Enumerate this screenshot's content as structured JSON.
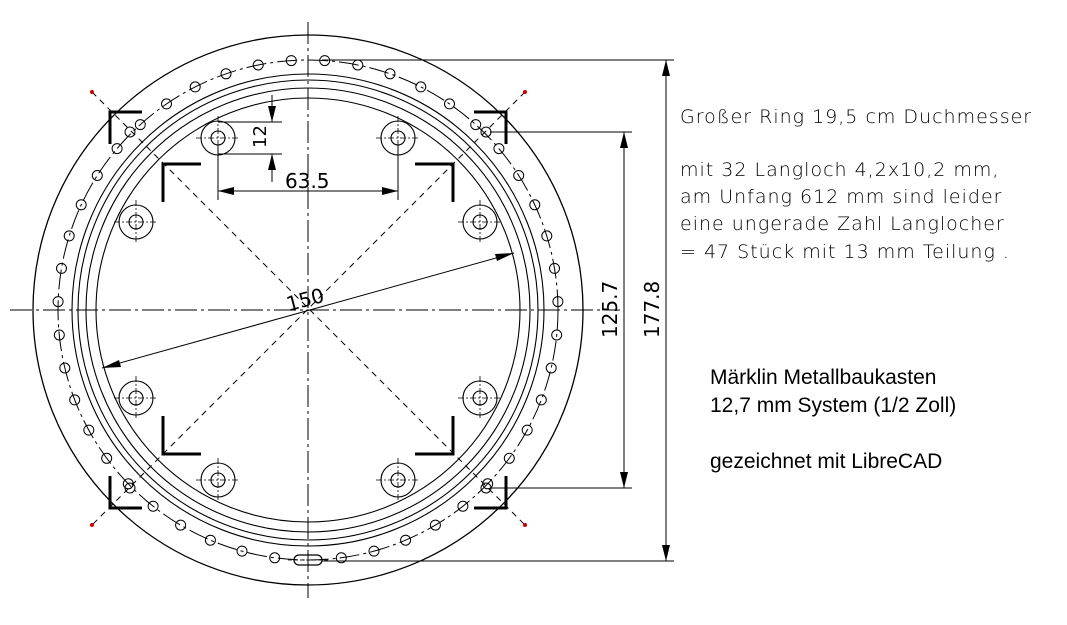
{
  "dimensions": {
    "d150": "150",
    "d125_7": "125.7",
    "d177_8": "177.8",
    "d63_5": "63.5",
    "d12": "12"
  },
  "notes": {
    "line1": "Großer Ring 19,5 cm Duchmesser",
    "line2": "mit 32 Langloch 4,2x10,2 mm,",
    "line3": "am Unfang 612 mm sind leider",
    "line4": "eine ungerade Zahl Langlocher",
    "line5": "= 47 Stück mit 13 mm Teilung ."
  },
  "info": {
    "line1": "Märklin Metallbaukasten",
    "line2": "12,7 mm System (1/2 Zoll)",
    "line3": "gezeichnet mit LibreCAD"
  },
  "colors": {
    "stroke": "#000000",
    "marker": "#cc0000"
  }
}
